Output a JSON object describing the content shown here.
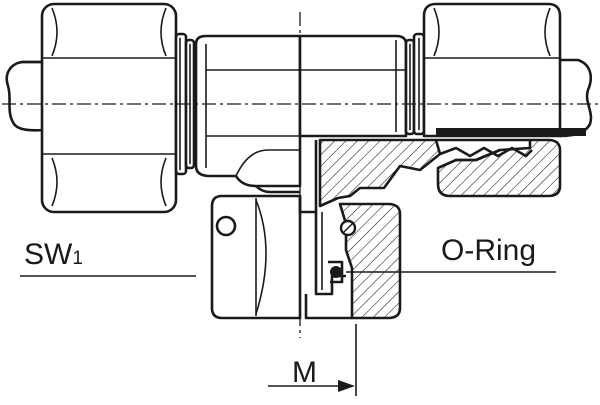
{
  "labels": {
    "wrench_size_base": "SW",
    "wrench_size_sub": "1",
    "seal": "O-Ring",
    "thread": "M"
  },
  "colors": {
    "line": "#1a1a1a",
    "background": "#ffffff"
  }
}
